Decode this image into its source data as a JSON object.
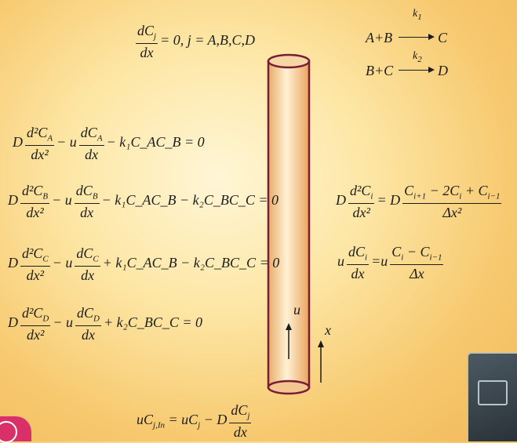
{
  "boundary_top": {
    "num": "dC",
    "num_sub": "j",
    "den": "dx",
    "rhs": "= 0, j = A,B,C,D"
  },
  "reaction1": {
    "lhs": "A+B",
    "k": "k",
    "k_sub": "1",
    "rhs": "C"
  },
  "reaction2": {
    "lhs": "B+C",
    "k": "k",
    "k_sub": "2",
    "rhs": "D"
  },
  "eqA": {
    "D": "D",
    "d2": "d²C",
    "sub": "A",
    "dx2": "dx²",
    "u": "− u",
    "dC": "dC",
    "dx": "dx",
    "rest": "− k₁C_AC_B = 0"
  },
  "eqB": {
    "sub": "B",
    "rest": "− k₁C_AC_B − k₂C_BC_C = 0"
  },
  "eqC": {
    "sub": "C",
    "rest": "+ k₁C_AC_B − k₂C_BC_C = 0"
  },
  "eqD": {
    "sub": "D",
    "rest": "+ k₂C_BC_C = 0"
  },
  "fd2": {
    "lhs_D": "D",
    "num": "d²C",
    "sub": "i",
    "den": "dx²",
    "eq": "= D",
    "rnum": "C",
    "rden": "Δx²"
  },
  "fd1": {
    "lhs_u": "u",
    "num": "dC",
    "sub": "i",
    "den": "dx",
    "eq": "=u",
    "rden": "Δx"
  },
  "inlet": {
    "lhs": "uC",
    "lhs_sub": "j,In",
    "mid": "= uC",
    "mid_sub": "j",
    "minus": "− D",
    "num": "dC",
    "num_sub": "j",
    "den": "dx"
  },
  "labels": {
    "u": "u",
    "x": "x"
  },
  "colors": {
    "tube_stroke": "#7a1c34",
    "tube_fill": "#f3c48f",
    "background": "#fde7a6"
  }
}
